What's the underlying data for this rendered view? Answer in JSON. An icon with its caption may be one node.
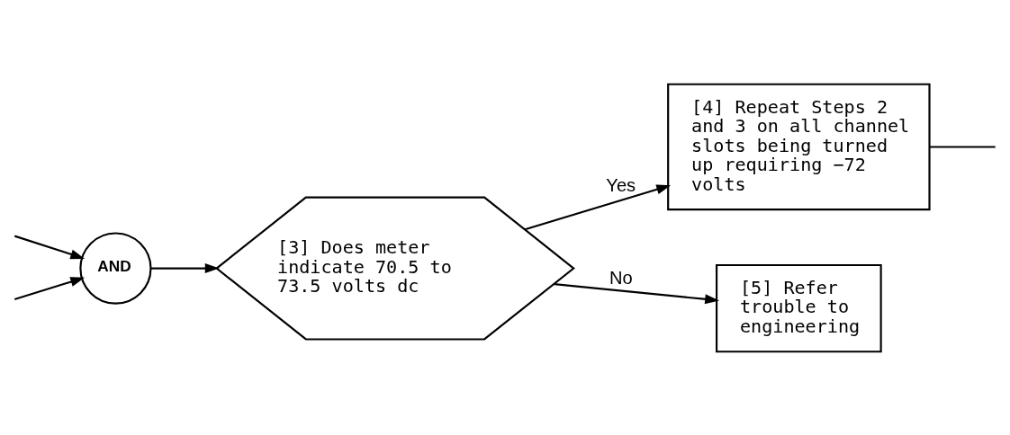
{
  "diagram": {
    "nodes": [
      {
        "text": [
          "AND"
        ]
      },
      {
        "text": [
          "[3] Does meter indicate 70.5 to 73.5 volts dc"
        ]
      },
      {
        "text": [
          "[4] Repeat Steps 2 and 3 on all channel slots being turned up requiring −72 volts"
        ]
      },
      {
        "text": [
          "[5] Refer trouble to engineering"
        ]
      }
    ],
    "edges": [
      {
        "from": null,
        "to": 0,
        "arrow": "to"
      },
      {
        "from": null,
        "to": 0,
        "arrow": "to"
      },
      {
        "from": 0,
        "to": 1,
        "arrow": "to"
      },
      {
        "from": 1,
        "to": 2,
        "label": "Yes",
        "arrow": "to"
      },
      {
        "from": 1,
        "to": 3,
        "label": "No",
        "arrow": "to"
      },
      {
        "from": 2,
        "to": null,
        "arrow": "none"
      }
    ]
  }
}
